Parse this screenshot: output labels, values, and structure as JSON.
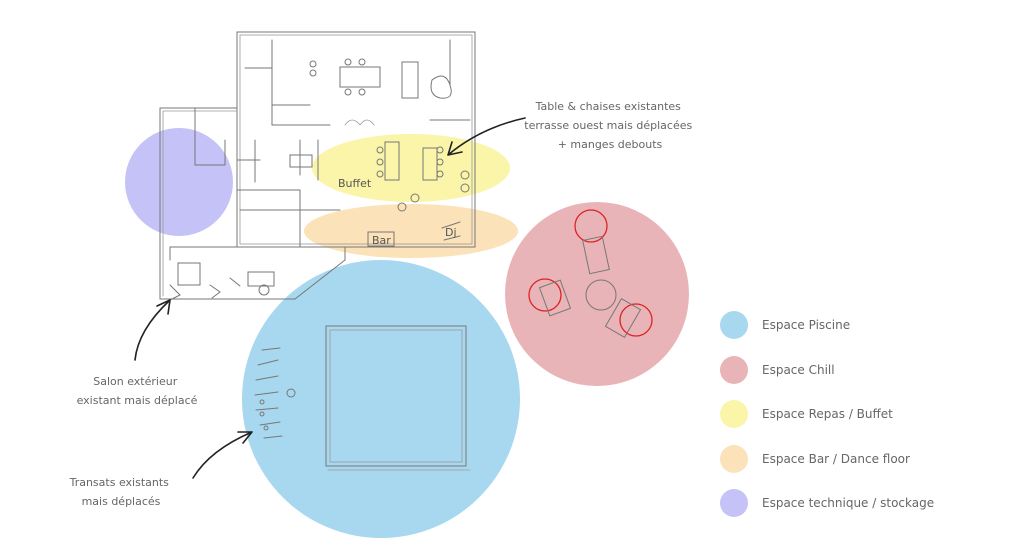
{
  "labels": {
    "buffet": "Buffet",
    "bar": "Bar",
    "dj": "Dj"
  },
  "notes": {
    "tables": [
      "Table & chaises existantes",
      "terrasse ouest mais déplacées",
      "+ manges debouts"
    ],
    "salon": [
      "Salon extérieur",
      "existant mais déplacé"
    ],
    "transats": [
      "Transats existants",
      "mais déplacés"
    ]
  },
  "legend": [
    {
      "label": "Espace Piscine",
      "color": "#a8d8ef"
    },
    {
      "label": "Espace Chill",
      "color": "#e8b4b8"
    },
    {
      "label": "Espace Repas / Buffet",
      "color": "#faf5a8"
    },
    {
      "label": "Espace Bar / Dance floor",
      "color": "#fbe2b8"
    },
    {
      "label": "Espace technique / stockage",
      "color": "#c4c2f7"
    }
  ]
}
